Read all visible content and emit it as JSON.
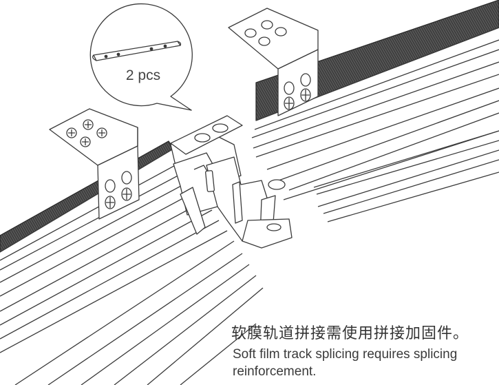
{
  "callout": {
    "quantity_label": "2 pcs"
  },
  "caption": {
    "zh": "软膜轨道拼接需使用拼接加固件。",
    "en": "Soft film track splicing requires splicing reinforcement."
  },
  "colors": {
    "line": "#3a3a3a",
    "hatch": "#3d3d3d",
    "paper": "#ffffff",
    "text": "#333333"
  }
}
